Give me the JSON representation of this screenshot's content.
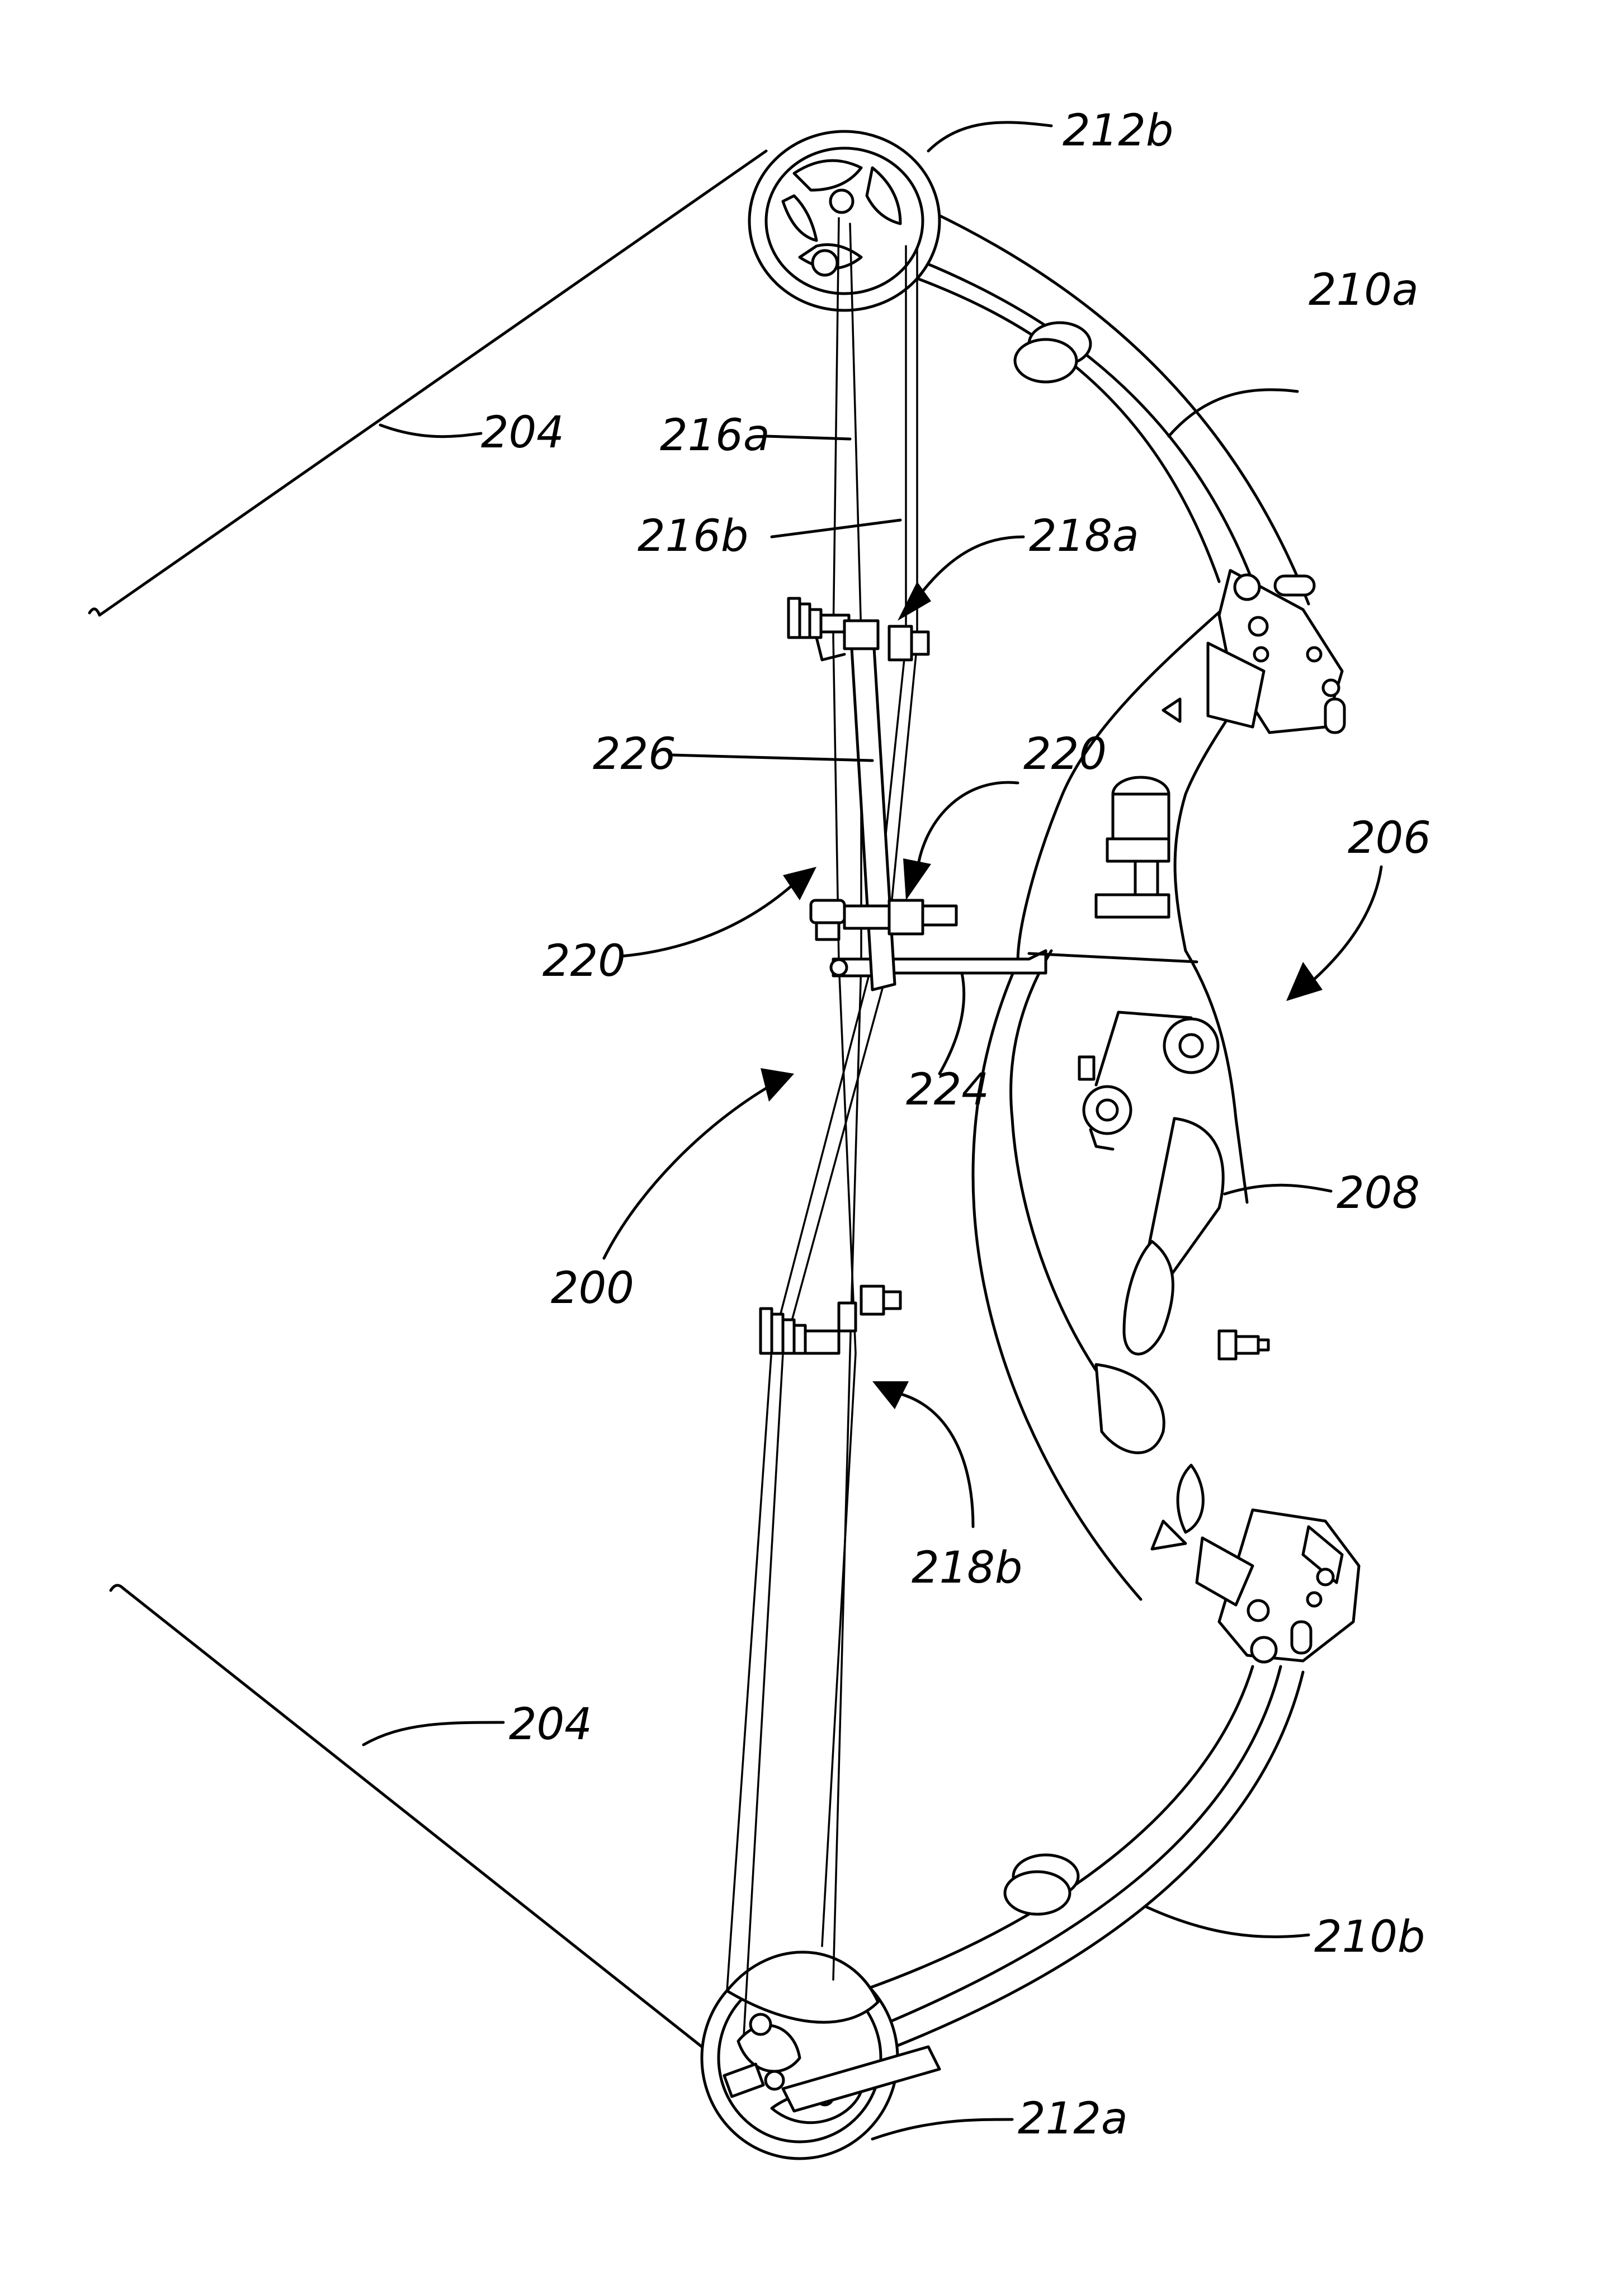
{
  "figure": {
    "labels": {
      "l_212b": "212b",
      "l_210a": "210a",
      "l_204_top": "204",
      "l_216a": "216a",
      "l_216b": "216b",
      "l_218a": "218a",
      "l_226": "226",
      "l_220_right": "220",
      "l_206": "206",
      "l_220_left": "220",
      "l_224": "224",
      "l_208": "208",
      "l_200": "200",
      "l_218b": "218b",
      "l_204_bottom": "204",
      "l_210b": "210b",
      "l_212a": "212a"
    }
  }
}
